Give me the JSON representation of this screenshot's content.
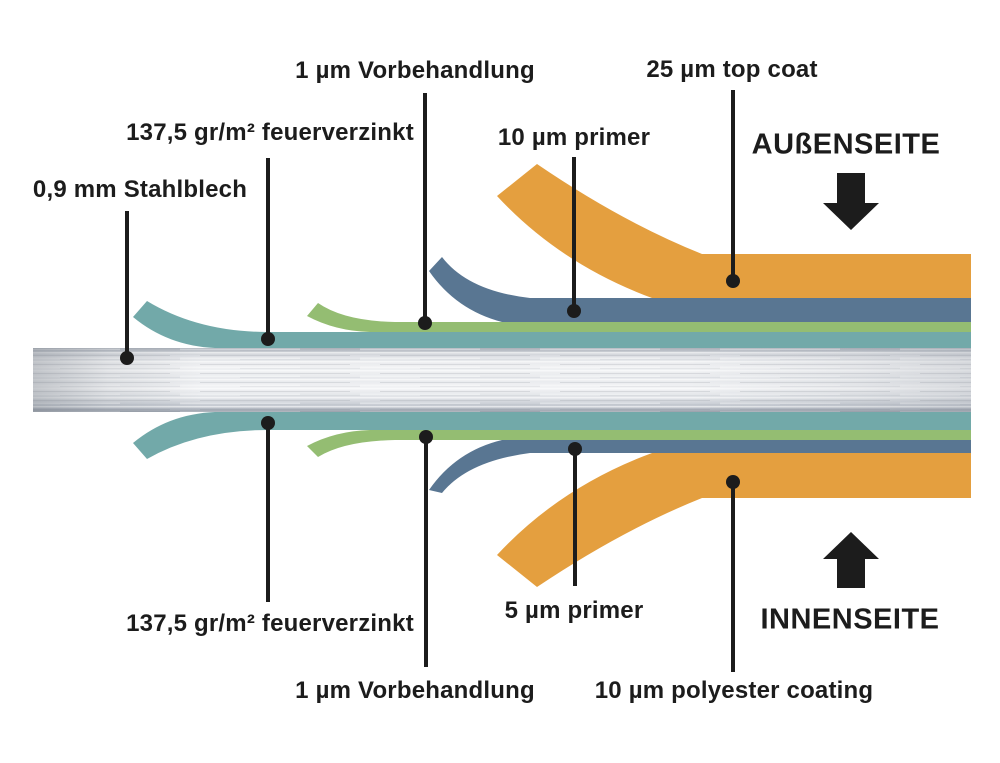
{
  "diagram": {
    "subject": "coated steel sheet cross-section",
    "colors": {
      "background": "#ffffff",
      "ink": "#1c1c1c",
      "steel_light": "#eff0f2",
      "steel_dark": "#a9afb8"
    },
    "icons": {
      "outside_arrow": "arrow-down-icon",
      "inside_arrow": "arrow-up-icon"
    },
    "layers": [
      {
        "name": "top-coat",
        "label": "25 µm top coat",
        "color": "#e49f3f",
        "side": "outside"
      },
      {
        "name": "primer-top",
        "label": "10 µm primer",
        "color": "#597692",
        "side": "outside"
      },
      {
        "name": "pretreatment-top",
        "label": "1 µm Vorbehandlung",
        "color": "#94bd72",
        "side": "outside"
      },
      {
        "name": "galvanized-top",
        "label": "137,5 gr/m² feuerverzinkt",
        "color": "#72a9a9",
        "side": "outside"
      },
      {
        "name": "steel-sheet",
        "label": "0,9 mm Stahlblech",
        "color": "#d9dce1",
        "side": "core"
      },
      {
        "name": "galvanized-bottom",
        "label": "137,5 gr/m² feuerverzinkt",
        "color": "#72a9a9",
        "side": "inside"
      },
      {
        "name": "pretreatment-bottom",
        "label": "1 µm Vorbehandlung",
        "color": "#94bd72",
        "side": "inside"
      },
      {
        "name": "primer-bottom",
        "label": "5 µm primer",
        "color": "#597692",
        "side": "inside"
      },
      {
        "name": "polyester-coating",
        "label": "10 µm polyester coating",
        "color": "#e49f3f",
        "side": "inside"
      }
    ],
    "sides": {
      "outside": {
        "label": "AUßENSEITE",
        "arrow": "down"
      },
      "inside": {
        "label": "INNENSEITE",
        "arrow": "up"
      }
    }
  }
}
